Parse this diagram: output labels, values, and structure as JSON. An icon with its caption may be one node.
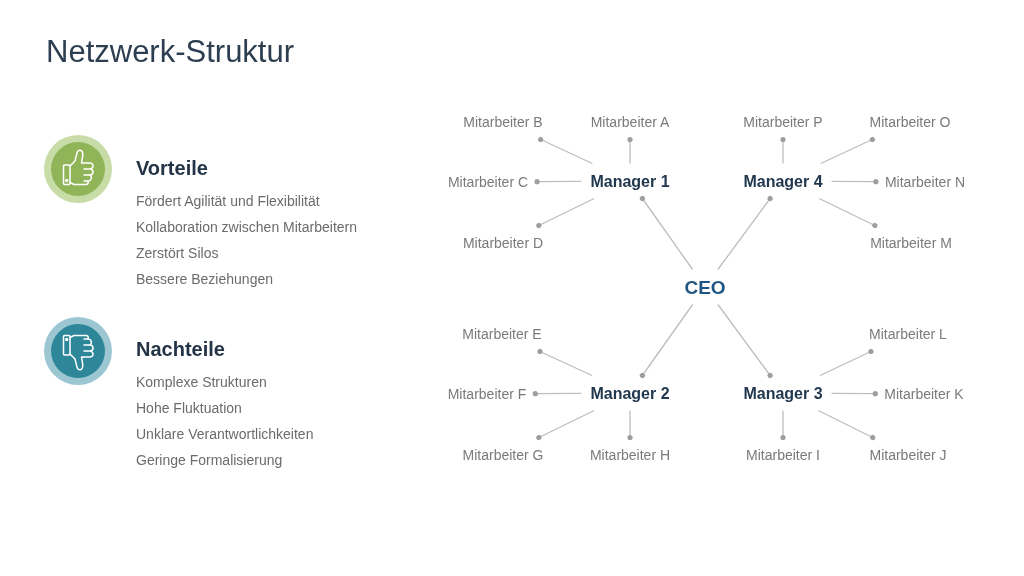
{
  "diagram": {
    "title": "Netzwerk-Struktur",
    "nodes": [
      {
        "text": [
          "Mitarbeiter B"
        ]
      },
      {
        "text": [
          "Mitarbeiter A"
        ]
      },
      {
        "text": [
          "Mitarbeiter P"
        ]
      },
      {
        "text": [
          "Mitarbeiter O"
        ]
      },
      {
        "text": [
          "Mitarbeiter C"
        ]
      },
      {
        "text": [
          "Manager 1"
        ]
      },
      {
        "text": [
          "Manager 4"
        ]
      },
      {
        "text": [
          "Mitarbeiter N"
        ]
      },
      {
        "text": [
          "Mitarbeiter D"
        ]
      },
      {
        "text": [
          "Mitarbeiter M"
        ]
      },
      {
        "text": [
          "CEO"
        ]
      },
      {
        "text": [
          "Mitarbeiter E"
        ]
      },
      {
        "text": [
          "Mitarbeiter L"
        ]
      },
      {
        "text": [
          "Mitarbeiter F"
        ]
      },
      {
        "text": [
          "Manager 2"
        ]
      },
      {
        "text": [
          "Manager 3"
        ]
      },
      {
        "text": [
          "Mitarbeiter K"
        ]
      },
      {
        "text": [
          "Mitarbeiter G"
        ]
      },
      {
        "text": [
          "Mitarbeiter H"
        ]
      },
      {
        "text": [
          "Mitarbeiter I"
        ]
      },
      {
        "text": [
          "Mitarbeiter J"
        ]
      }
    ],
    "edges": [
      {
        "from": 10,
        "to": 5,
        "arrow": "other"
      },
      {
        "from": 10,
        "to": 6,
        "arrow": "other"
      },
      {
        "from": 10,
        "to": 14,
        "arrow": "other"
      },
      {
        "from": 10,
        "to": 15,
        "arrow": "other"
      },
      {
        "from": 5,
        "to": 1,
        "arrow": "other"
      },
      {
        "from": 5,
        "to": 0,
        "arrow": "other"
      },
      {
        "from": 5,
        "to": 4,
        "arrow": "other"
      },
      {
        "from": 5,
        "to": 8,
        "arrow": "other"
      },
      {
        "from": 6,
        "to": 2,
        "arrow": "other"
      },
      {
        "from": 6,
        "to": 3,
        "arrow": "other"
      },
      {
        "from": 6,
        "to": 7,
        "arrow": "other"
      },
      {
        "from": 6,
        "to": 9,
        "arrow": "other"
      },
      {
        "from": 14,
        "to": 11,
        "arrow": "other"
      },
      {
        "from": 14,
        "to": 13,
        "arrow": "other"
      },
      {
        "from": 14,
        "to": 17,
        "arrow": "other"
      },
      {
        "from": 14,
        "to": 18,
        "arrow": "other"
      },
      {
        "from": 15,
        "to": 12,
        "arrow": "other"
      },
      {
        "from": 15,
        "to": 16,
        "arrow": "other"
      },
      {
        "from": 15,
        "to": 20,
        "arrow": "other"
      },
      {
        "from": 15,
        "to": 19,
        "arrow": "other"
      }
    ],
    "labels": [
      "Vorteile",
      "Fördert Agilität und Flexibilität",
      "Kollaboration zwischen Mitarbeitern",
      "Zerstört Silos",
      "Bessere Beziehungen",
      "Nachteile",
      "Komplexe Strukturen",
      "Hohe Fluktuation",
      "Unklare Verantwortlichkeiten",
      "Geringe Formalisierung"
    ]
  }
}
